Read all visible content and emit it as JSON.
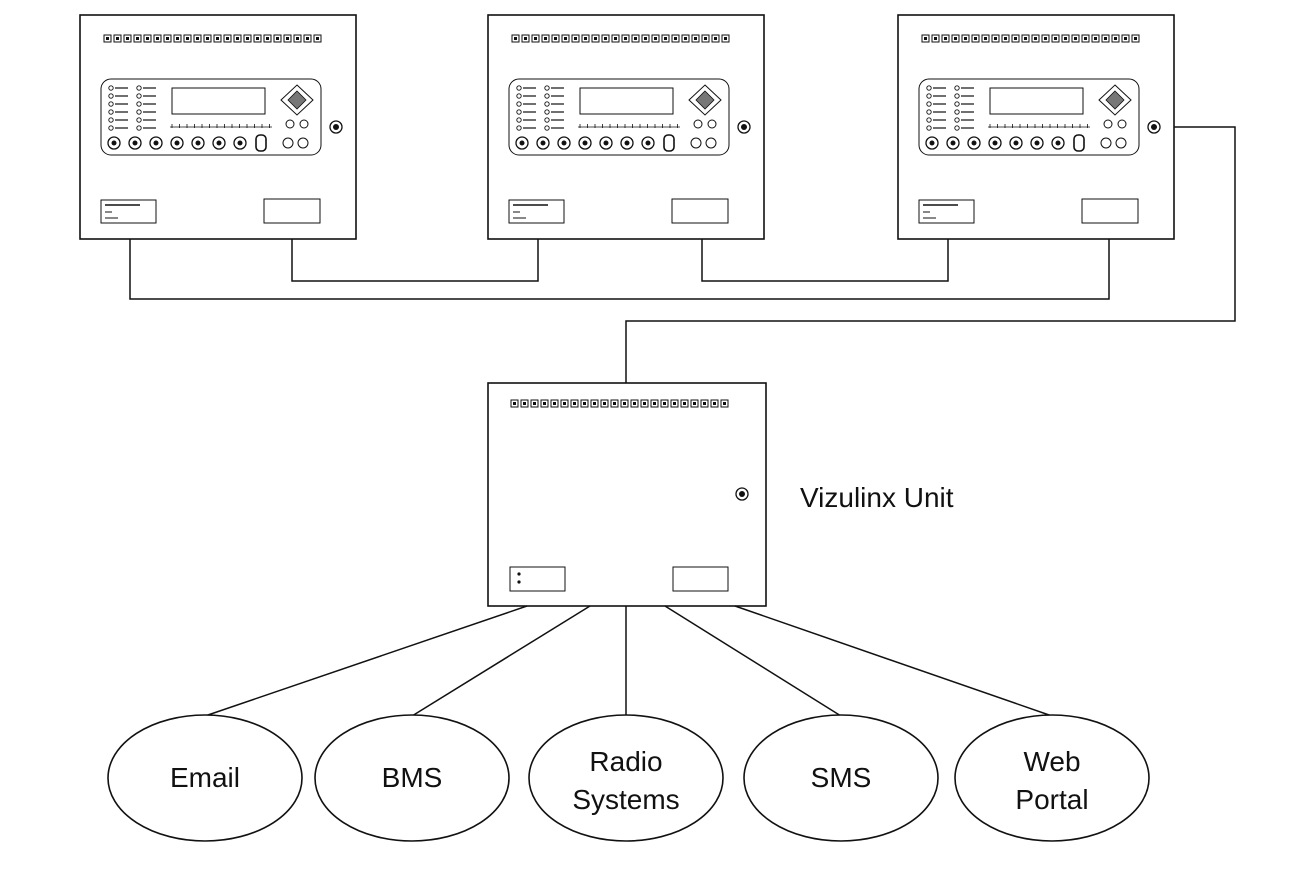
{
  "unit_label": "Vizulinx Unit",
  "outputs": [
    {
      "id": "email",
      "lines": [
        "Email"
      ]
    },
    {
      "id": "bms",
      "lines": [
        "BMS"
      ]
    },
    {
      "id": "radio",
      "lines": [
        "Radio",
        "Systems"
      ]
    },
    {
      "id": "sms",
      "lines": [
        "SMS"
      ]
    },
    {
      "id": "web",
      "lines": [
        "Web",
        "Portal"
      ]
    }
  ],
  "colors": {
    "stroke": "#111111",
    "background": "#ffffff"
  }
}
